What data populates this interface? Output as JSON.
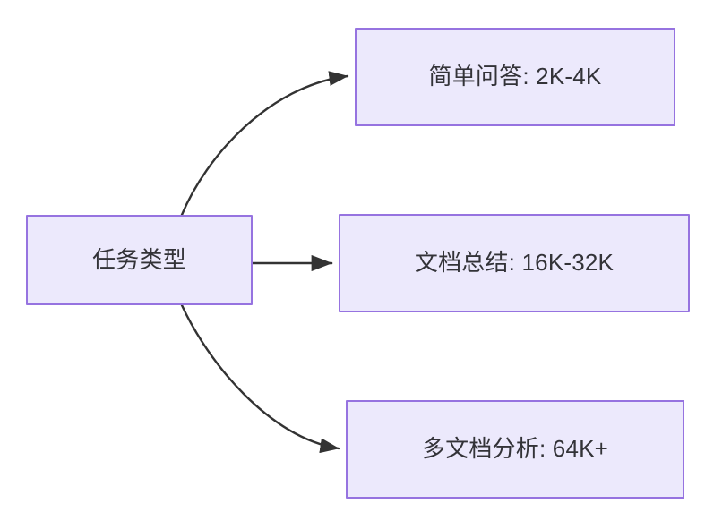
{
  "diagram": {
    "type": "flowchart",
    "direction": "left-to-right",
    "title": "",
    "background_color": "#ffffff",
    "node_fill_color": "#ece9fc",
    "node_border_color": "#9673e0",
    "node_text_color": "#333338",
    "edge_color": "#333333",
    "nodes": [
      {
        "id": "source",
        "label": "任务类型",
        "role": "root"
      },
      {
        "id": "simple",
        "label": "简单问答: 2K-4K",
        "role": "leaf"
      },
      {
        "id": "doc",
        "label": "文档总结: 16K-32K",
        "role": "leaf"
      },
      {
        "id": "multi",
        "label": "多文档分析: 64K+",
        "role": "leaf"
      }
    ],
    "edges": [
      {
        "id": "edge-source-simple",
        "from": "source",
        "to": "simple",
        "label": "",
        "style": "curved-arrow"
      },
      {
        "id": "edge-source-doc",
        "from": "source",
        "to": "doc",
        "label": "",
        "style": "straight-arrow"
      },
      {
        "id": "edge-source-multi",
        "from": "source",
        "to": "multi",
        "label": "",
        "style": "curved-arrow"
      }
    ]
  }
}
